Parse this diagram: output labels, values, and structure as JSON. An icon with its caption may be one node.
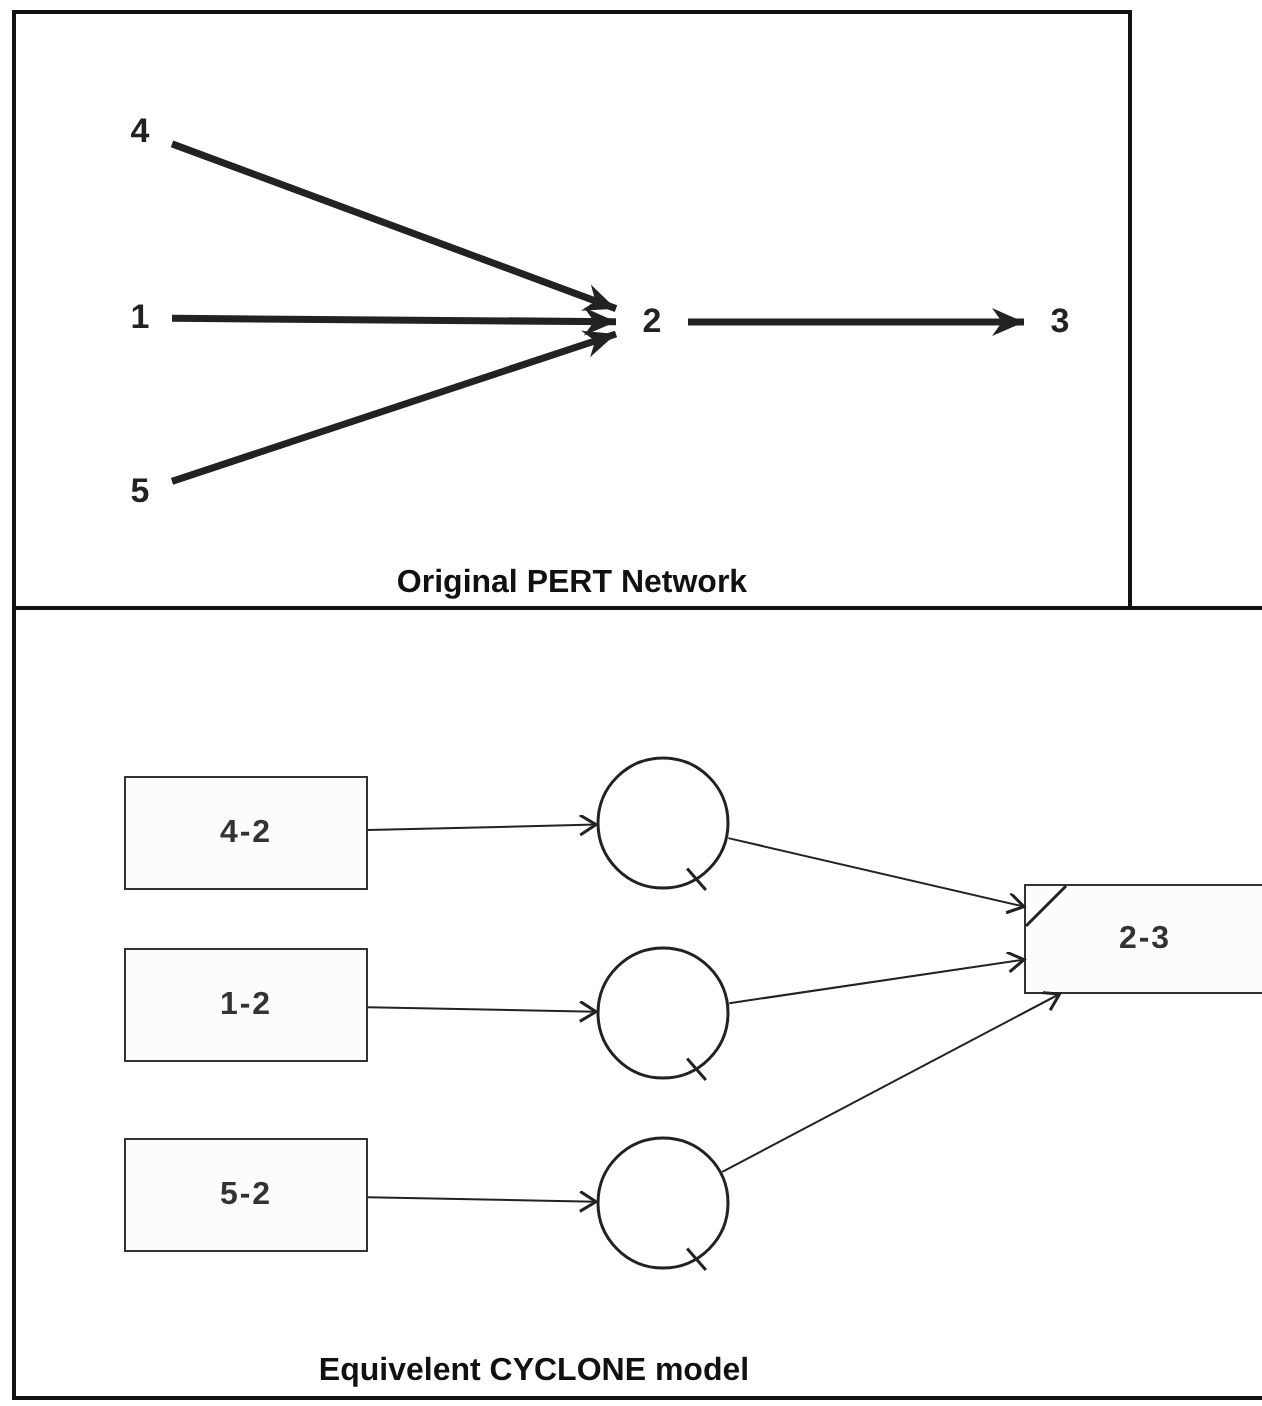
{
  "diagram": {
    "nodes": [
      {
        "text": [
          "Original PERT Network"
        ]
      },
      {
        "text": [
          "4"
        ],
        "in": 0
      },
      {
        "text": [
          "1"
        ],
        "in": 0
      },
      {
        "text": [
          "2"
        ],
        "in": 0
      },
      {
        "text": [
          "3"
        ],
        "in": 0
      },
      {
        "text": [
          "5"
        ],
        "in": 0
      },
      {
        "text": [
          "Equivelent CYCLONE model"
        ]
      },
      {
        "text": [
          "4-2"
        ],
        "in": 6
      },
      {
        "text": [],
        "shape": "circle",
        "in": 6
      },
      {
        "text": [
          "1-2"
        ],
        "in": 6
      },
      {
        "text": [],
        "shape": "circle",
        "in": 6
      },
      {
        "text": [
          "5-2"
        ],
        "in": 6
      },
      {
        "text": [],
        "shape": "circle",
        "in": 6
      },
      {
        "text": [
          "2-3"
        ],
        "in": 6
      }
    ],
    "edges": [
      {
        "from": 1,
        "to": 3,
        "arrow": "to",
        "style": "thick"
      },
      {
        "from": 2,
        "to": 3,
        "arrow": "to",
        "style": "thick"
      },
      {
        "from": 5,
        "to": 3,
        "arrow": "to",
        "style": "thick"
      },
      {
        "from": 3,
        "to": 4,
        "arrow": "to",
        "style": "thick"
      },
      {
        "from": 7,
        "to": 8,
        "arrow": "to"
      },
      {
        "from": 9,
        "to": 10,
        "arrow": "to"
      },
      {
        "from": 11,
        "to": 12,
        "arrow": "to"
      },
      {
        "from": 8,
        "to": 13,
        "arrow": "to"
      },
      {
        "from": 10,
        "to": 13,
        "arrow": "to"
      },
      {
        "from": 12,
        "to": 13,
        "arrow": "to"
      }
    ]
  }
}
